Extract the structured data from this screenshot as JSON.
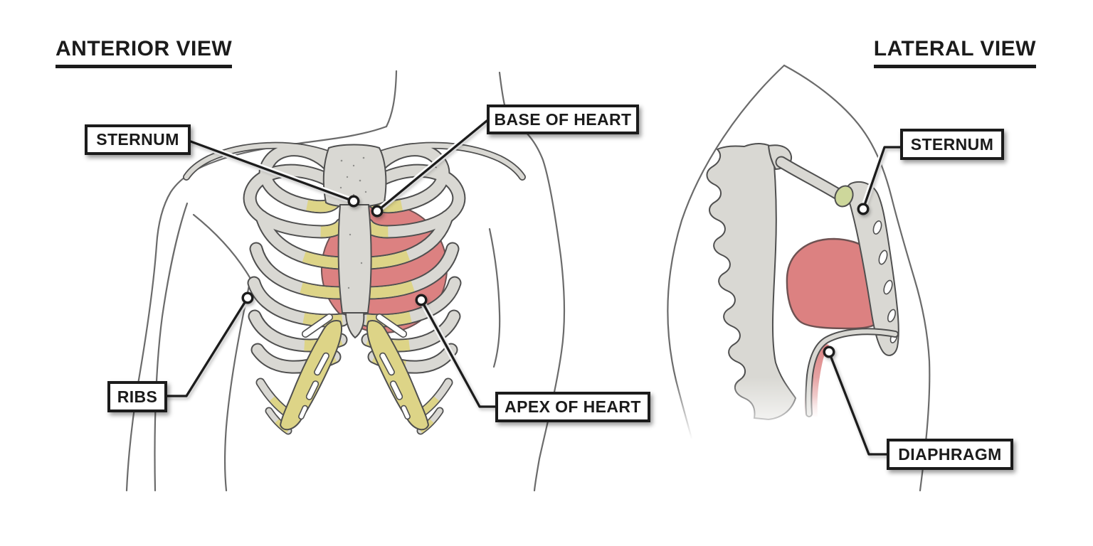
{
  "titles": {
    "anterior": "ANTERIOR VIEW",
    "lateral": "LATERAL VIEW"
  },
  "labels": {
    "anterior_sternum": "STERNUM",
    "base_of_heart": "BASE OF HEART",
    "ribs": "RIBS",
    "apex_of_heart": "APEX OF HEART",
    "lateral_sternum": "STERNUM",
    "diaphragm": "DIAPHRAGM"
  },
  "colors": {
    "bone": "#d9d8d3",
    "bone-edge": "#4f4f4f",
    "cartilage": "#ddd487",
    "cartilage-green": "#cdd79b",
    "heart": "#dc8181",
    "outline": "#6b6b6b",
    "ink": "#1b1b1b",
    "label-bg": "#ffffff"
  }
}
